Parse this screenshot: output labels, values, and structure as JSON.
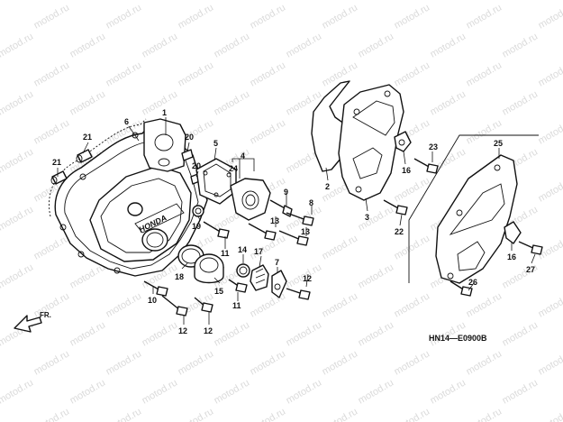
{
  "watermark": "motod.ru",
  "drawing_code": "HN14—E0900B",
  "front_marker": "FR.",
  "cover_brand_text": "HONDA",
  "callouts": {
    "c1": "1",
    "c2": "2",
    "c3": "3",
    "c4": "4",
    "c5": "5",
    "c6": "6",
    "c7": "7",
    "c8": "8",
    "c9": "9",
    "c10": "10",
    "c11a": "11",
    "c11b": "11",
    "c12a": "12",
    "c12b": "12",
    "c12c": "12",
    "c13a": "13",
    "c13b": "13",
    "c14": "14",
    "c15": "15",
    "c16a": "16",
    "c16b": "16",
    "c17": "17",
    "c18": "18",
    "c19": "19",
    "c20": "20",
    "c21a": "21",
    "c21b": "21",
    "c22": "22",
    "c23": "23",
    "c24": "24",
    "c25": "25",
    "c26": "26",
    "c27": "27"
  }
}
